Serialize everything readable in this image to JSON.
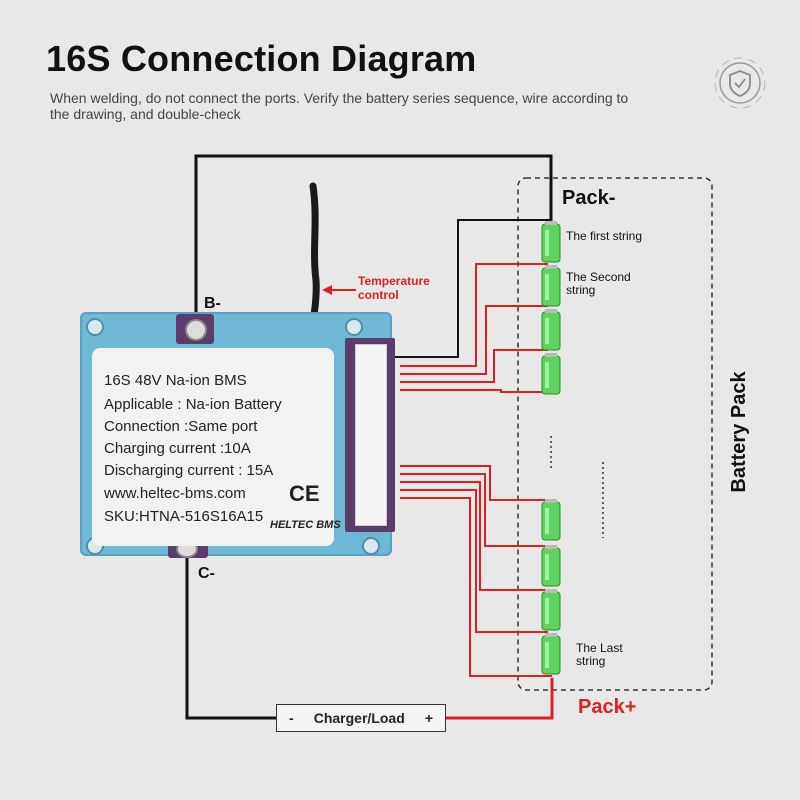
{
  "header": {
    "title": "16S Connection Diagram",
    "subtitle": "When welding, do not connect the ports. Verify the battery series sequence, wire according to the drawing, and double-check"
  },
  "logo": {
    "icon": "shield-check-icon"
  },
  "terminals": {
    "b_minus": "B-",
    "c_minus": "C-",
    "pack_minus": "Pack-",
    "pack_plus": "Pack+"
  },
  "temperature": {
    "line1": "Temperature",
    "line2": "control"
  },
  "bms_label": {
    "model": "16S 48V Na-ion BMS",
    "applicable": "Applicable : Na-ion Battery",
    "connection": "Connection :Same port",
    "charging": "Charging current :10A",
    "discharging": "Discharging current : 15A",
    "website": "www.heltec-bms.com",
    "sku": "SKU:HTNA-516S16A15",
    "ce_mark": "CE",
    "brand": "HELTEC BMS"
  },
  "battery_pack": {
    "label": "Battery Pack",
    "strings": {
      "first": "The first string",
      "second": "The Second string",
      "last": "The Last string"
    }
  },
  "charger": {
    "label": "Charger/Load",
    "minus": "-",
    "plus": "+"
  },
  "colors": {
    "wire_red": "#e02020",
    "wire_black": "#111111",
    "cell_green": "#5fd35f",
    "board_blue": "#6fb8d6",
    "accent_red": "#e02020"
  }
}
